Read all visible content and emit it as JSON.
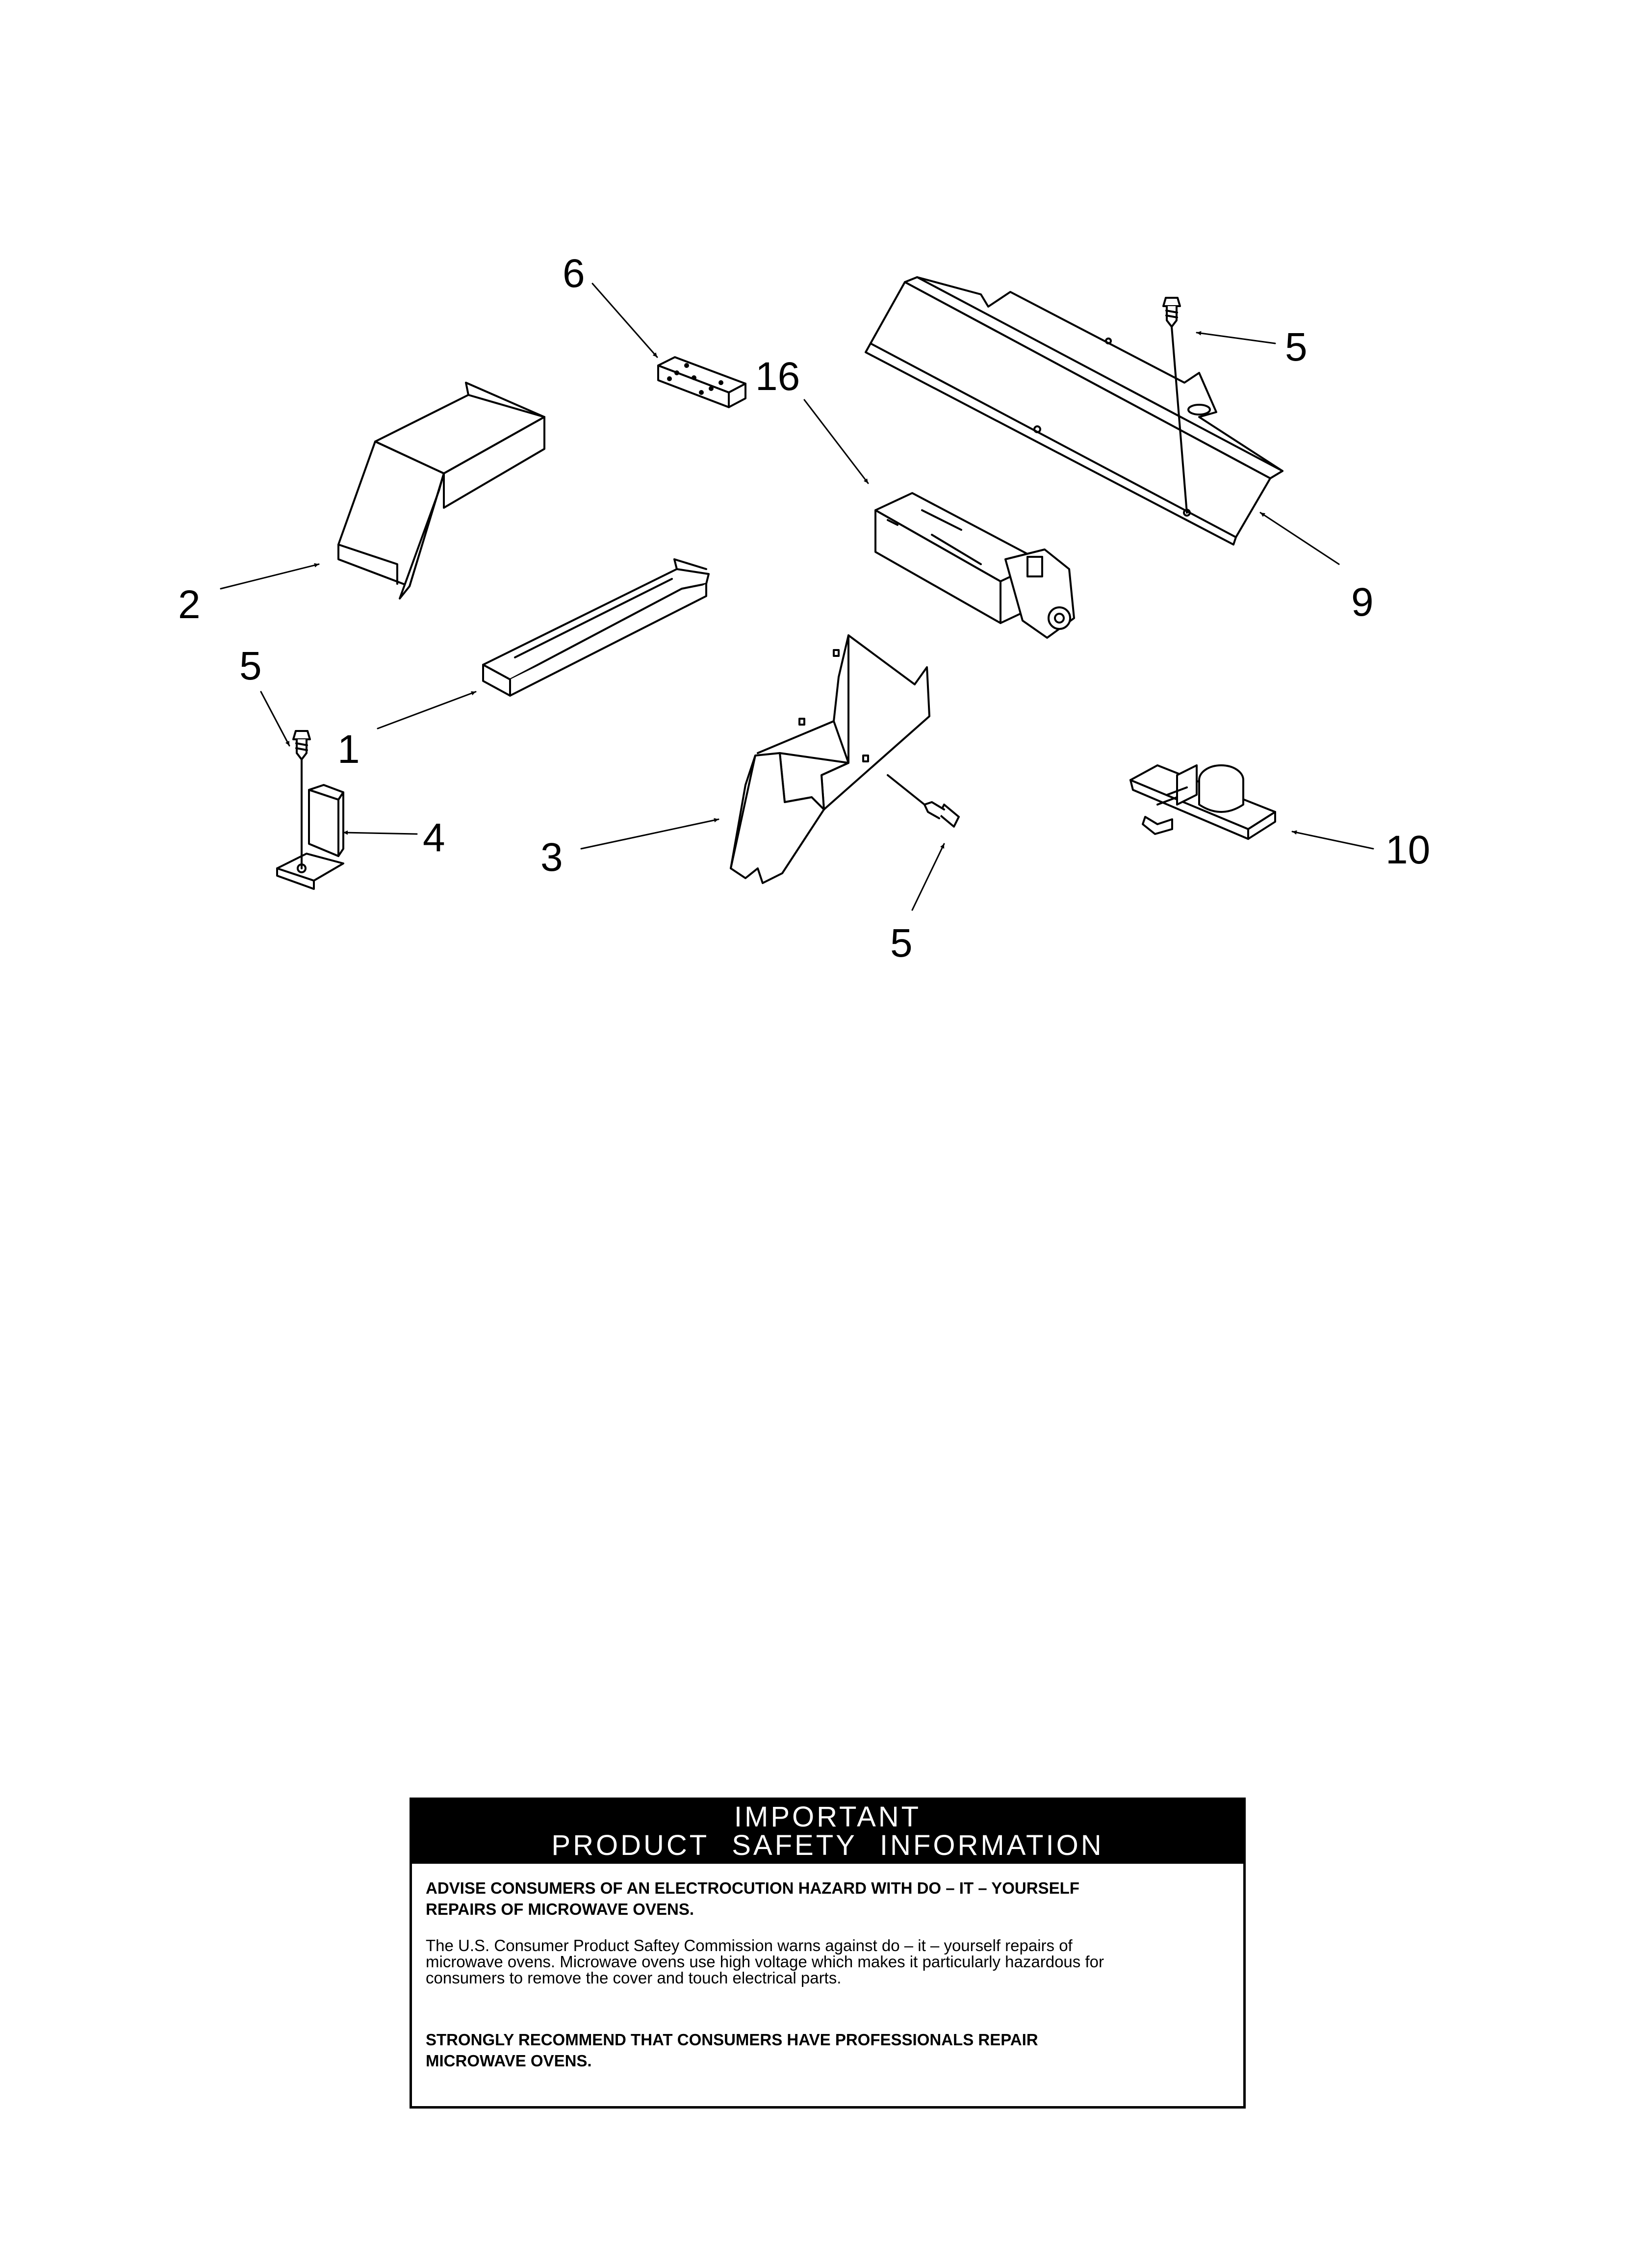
{
  "callouts": {
    "c6": "6",
    "c16": "16",
    "c5_top": "5",
    "c2": "2",
    "c9": "9",
    "c5_left": "5",
    "c1": "1",
    "c4": "4",
    "c3": "3",
    "c5_bottom": "5",
    "c10": "10"
  },
  "safety": {
    "title_line1": "IMPORTANT",
    "title_line2": "PRODUCT SAFETY INFORMATION",
    "warning_line1": "ADVISE CONSUMERS OF AN ELECTROCUTION HAZARD WITH DO – IT – YOURSELF",
    "warning_line2": "REPAIRS OF MICROWAVE OVENS.",
    "body_line1": "The U.S. Consumer Product Saftey Commission warns against do – it – yourself repairs of",
    "body_line2": "microwave ovens. Microwave ovens use high voltage which makes it particularly hazardous for",
    "body_line3": "consumers to remove the cover and touch electrical parts.",
    "recommend_line1": "STRONGLY RECOMMEND THAT CONSUMERS HAVE PROFESSIONALS REPAIR",
    "recommend_line2": "MICROWAVE OVENS."
  }
}
